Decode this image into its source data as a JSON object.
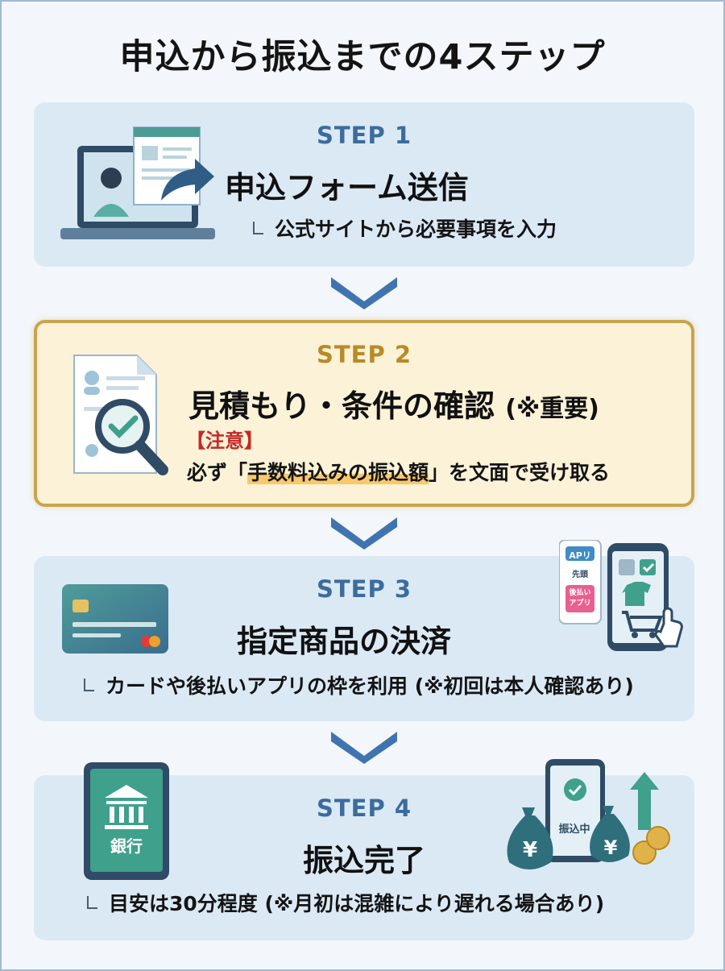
{
  "title": "申込から振込までの4ステップ",
  "steps": [
    {
      "label": "STEP 1",
      "heading": "申込フォーム送信",
      "note": "公式サイトから必要事項を入力"
    },
    {
      "label": "STEP 2",
      "heading": "見積もり・条件の確認",
      "heading_sub": "(※重要)",
      "warning": "【注意】",
      "note_pre": "必ず「",
      "note_mark": "手数料込みの振込額",
      "note_post": "」を文面で受け取る"
    },
    {
      "label": "STEP 3",
      "heading": "指定商品の決済",
      "note": "カードや後払いアプリの枠を利用 (※初回は本人確認あり)",
      "phone_tags": {
        "api": "APリ",
        "first": "先頭",
        "bnpl": "後払い\nアプリ"
      }
    },
    {
      "label": "STEP 4",
      "heading": "振込完了",
      "note": "目安は30分程度 (※月初は混雑により遅れる場合あり)",
      "bank_label": "銀行",
      "status_label": "振込中",
      "yen": "¥"
    }
  ],
  "colors": {
    "card": "#dbe9f5",
    "highlight_card": "#fbf2d8",
    "highlight_border": "#c9a44c",
    "step_blue": "#3b6c9c",
    "step_gold": "#b98a26",
    "warning": "#c62828",
    "chevron": "#3f74b0"
  },
  "icons": [
    "laptop-user-icon",
    "document-search-icon",
    "credit-card-icon",
    "smartphone-cart-icon",
    "bank-tablet-icon",
    "money-bags-icon"
  ]
}
